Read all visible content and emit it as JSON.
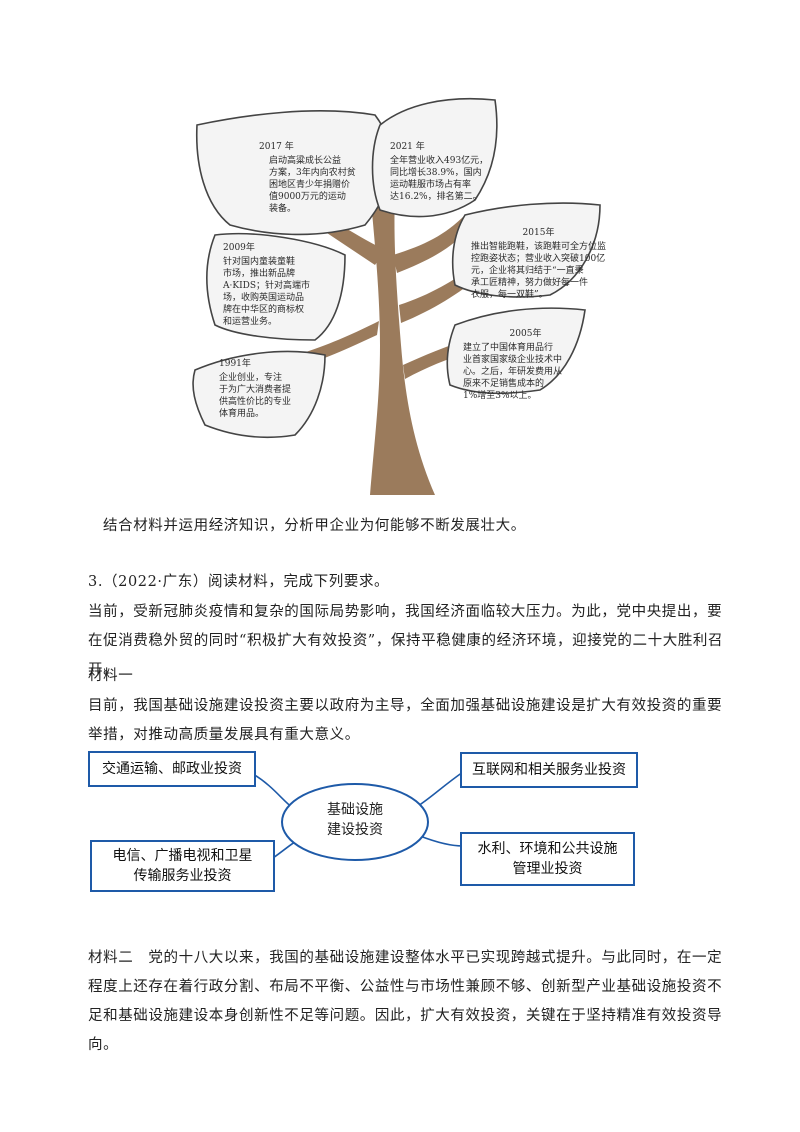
{
  "tree": {
    "leaves": [
      {
        "year": "2017 年",
        "lines": [
          "启动高粱成长公益",
          "方案，3年内向农村贫",
          "困地区青少年捐赠价",
          "值9000万元的运动",
          "装备。"
        ]
      },
      {
        "year": "2021 年",
        "lines": [
          "全年营业收入493亿元，",
          "同比增长38.9%，国内",
          "运动鞋服市场占有率",
          "达16.2%，排名第二。"
        ]
      },
      {
        "year": "2009年",
        "lines": [
          "针对国内童装童鞋",
          "市场，推出新品牌",
          "A·KIDS；针对高端市",
          "场，收购英国运动品",
          "牌在中华区的商标权",
          "和运营业务。"
        ]
      },
      {
        "year": "2015年",
        "lines": [
          "推出智能跑鞋，该跑鞋可全方位监",
          "控跑姿状态；营业收入突破100亿",
          "元，企业将其归结于“一直秉",
          "承工匠精神，努力做好每一件",
          "衣服，每一双鞋”。"
        ]
      },
      {
        "year": "2005年",
        "lines": [
          "建立了中国体育用品行",
          "业首家国家级企业技术中",
          "心。之后，年研发费用从",
          "原来不足销售成本的",
          "1%增至3%以上。"
        ]
      },
      {
        "year": "1991年",
        "lines": [
          "企业创业，专注",
          "于为广大消费者提",
          "供高性价比的专业",
          "体育用品。"
        ]
      }
    ]
  },
  "question_prompt": "结合材料并运用经济知识，分析甲企业为何能够不断发展壮大。",
  "q3_title": "3.（2022·广东）阅读材料，完成下列要求。",
  "q3_intro": "当前，受新冠肺炎疫情和复杂的国际局势影响，我国经济面临较大压力。为此，党中央提出，要在促消费稳外贸的同时“积极扩大有效投资”，保持平稳健康的经济环境，迎接党的二十大胜利召开。",
  "material1_label": "材料一",
  "material1_text": "目前，我国基础设施建设投资主要以政府为主导，全面加强基础设施建设是扩大有效投资的重要举措，对推动高质量发展具有重大意义。",
  "diagram": {
    "center": [
      "基础设施",
      "建设投资"
    ],
    "top_left": "交通运输、邮政业投资",
    "top_right": "互联网和相关服务业投资",
    "bottom_left": [
      "电信、广播电视和卫星",
      "传输服务业投资"
    ],
    "bottom_right": [
      "水利、环境和公共设施",
      "管理业投资"
    ]
  },
  "material2_text": "材料二　党的十八大以来，我国的基础设施建设整体水平已实现跨越式提升。与此同时，在一定程度上还存在着行政分割、布局不平衡、公益性与市场性兼顾不够、创新型产业基础设施投资不足和基础设施建设本身创新性不足等问题。因此，扩大有效投资，关键在于坚持精准有效投资导向。",
  "colors": {
    "box_border": "#1e5aa8",
    "trunk": "#9b7b5c",
    "leaf_fill": "#f4f4f4"
  }
}
